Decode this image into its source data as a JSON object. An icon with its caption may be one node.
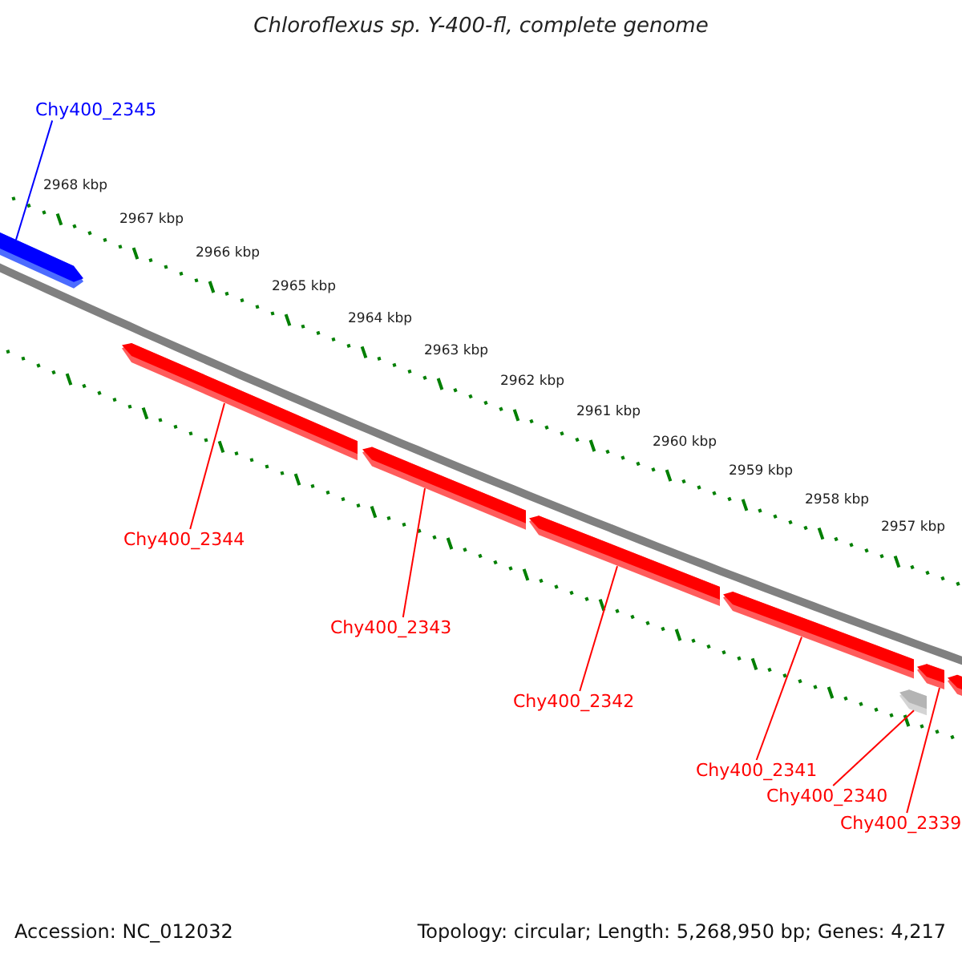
{
  "diagram": {
    "title": "Chloroflexus sp. Y-400-fl, complete genome",
    "nodes": [
      {
        "text": [
          "Chy400_2345"
        ]
      },
      {
        "text": [],
        "shape": "bar"
      },
      {
        "text": [],
        "shape": "bar"
      },
      {
        "text": [],
        "shape": "bar"
      },
      {
        "text": [],
        "shape": "bar"
      },
      {
        "text": [],
        "shape": "bar"
      },
      {
        "text": [],
        "shape": "bar"
      },
      {
        "text": [],
        "shape": "bar"
      },
      {
        "text": [],
        "shape": "bar"
      },
      {
        "text": [
          "Chy400_2344"
        ]
      },
      {
        "text": [
          "Chy400_2343"
        ]
      },
      {
        "text": [
          "Chy400_2342"
        ]
      },
      {
        "text": [
          "Chy400_2341"
        ]
      },
      {
        "text": [
          "Chy400_2340"
        ]
      },
      {
        "text": [
          "Chy400_2339"
        ]
      }
    ],
    "edges": [
      {
        "from": 0,
        "to": 1,
        "arrow": "none",
        "color": "#0000ff"
      },
      {
        "from": 9,
        "to": 2,
        "arrow": "none"
      },
      {
        "from": 10,
        "to": 3,
        "arrow": "none"
      },
      {
        "from": 11,
        "to": 4,
        "arrow": "none"
      },
      {
        "from": 12,
        "to": 5,
        "arrow": "none"
      },
      {
        "from": 13,
        "to": 8,
        "arrow": "none"
      },
      {
        "from": 14,
        "to": 6,
        "arrow": "none"
      }
    ],
    "labels": [
      "2968 kbp",
      "2967 kbp",
      "2966 kbp",
      "2965 kbp",
      "2964 kbp",
      "2963 kbp",
      "2962 kbp",
      "2961 kbp",
      "2960 kbp",
      "2959 kbp",
      "2958 kbp",
      "2957 kbp",
      "Accession: NC_012032",
      "Topology: circular; Length: 5,268,950 bp; Genes: 4,217"
    ]
  }
}
